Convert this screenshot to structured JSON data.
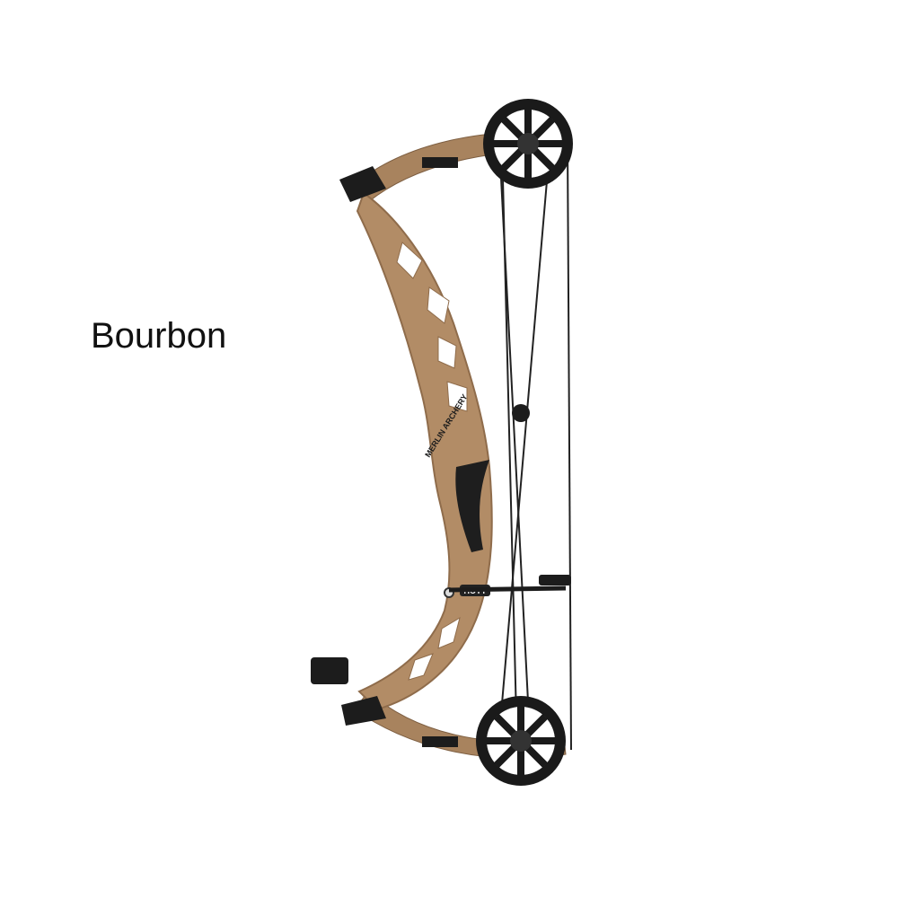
{
  "product": {
    "color_name": "Bourbon",
    "riser_logo": "HOYT",
    "watermark": "MERLIN ARCHERY"
  },
  "colors": {
    "riser": "#b28c66",
    "riser_shadow": "#8f6c4b",
    "hardware": "#1c1c1c",
    "background": "#ffffff"
  }
}
